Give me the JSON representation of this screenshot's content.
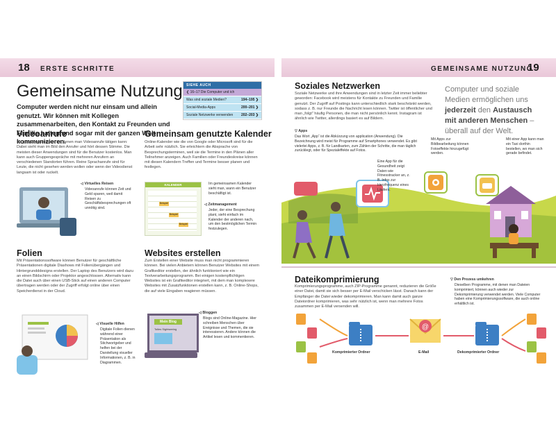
{
  "header": {
    "left_page_number": "18",
    "left_label": "ERSTE SCHRITTE",
    "right_label": "GEMEINSAME NUTZUNG",
    "right_page_number": "19"
  },
  "main": {
    "title": "Gemeinsame Nutzung",
    "intro": "Computer werden nicht nur einsam und allein genutzt. Wir können mit Kollegen zusammenarbeiten, den Kontakt zu Freunden und Familie halten und sogar mit der ganzen Welt kommunizieren."
  },
  "see_also": {
    "title": "SIEHE AUCH",
    "rows": [
      {
        "label": "❮ 16–17 Die Computer und ich",
        "pages": ""
      },
      {
        "label": "Was sind soziale Medien?",
        "pages": "194–195 ❯"
      },
      {
        "label": "Social-Media-Apps",
        "pages": "200–201 ❯"
      },
      {
        "label": "Soziale Netzwerke verwenden",
        "pages": "202–203 ❯"
      }
    ]
  },
  "videoanrufe": {
    "heading": "Videoanrufe",
    "body": "Es gibt Anwendungen, mit denen man Videoanrufe tätigen kann: Dabei sieht man im Bild den Anrufer und hört dessen Stimme. Die meisten dieser Anwendungen sind für die Benutzer kostenlos. Man kann auch Gruppengespräche mit mehreren Anrufern an verschiedenen Standorten führen. Reine Sprachanrufe sind für Leute, die nicht gesehen werden wollen oder wenn der Videodienst langsam ist oder ruckelt.",
    "caption_title": "◁ Virtuelles Reisen",
    "caption_body": "Videoanrufe können Zeit und Geld sparen, weil damit Reisen zu Geschäftsbesprechungen oft unnötig sind."
  },
  "kalender": {
    "heading": "Gemeinsam genutzte Kalender",
    "body": "Online-Kalender wie die von Google oder Microsoft sind für die Arbeit sehr nützlich. Sie erleichtern die Absprache von Besprechungsterminen, weil sie die Termine in den Plänen aller Teilnehmer anzeigen. Auch Familien oder Freundeskreise können mit diesen Kalendern Treffen und Termine besser planen und festlegen.",
    "calendar_title": "KALENDER",
    "event_label": "Beispiel",
    "note": "Im gemeinsamen Kalender sieht man, wann ein Benutzer beschäftigt ist.",
    "caption_title": "◁ Zeitmanagement",
    "caption_body": "Jeder, der eine Besprechung plant, sieht einfach im Kalender der anderen nach, um den bestmöglichen Termin festzulegen."
  },
  "folien": {
    "heading": "Folien",
    "body": "Mit Präsentationssoftware können Benutzer für geschäftliche Präsentationen digitale Diashows mit Folienübergängen und Hintergrundddesigns erstellen. Der Laptop des Benutzers wird dazu an einen Bildschirm oder Projektor angeschlossen. Alternativ kann die Datei auch über einen USB-Stick auf einen anderen Computer übertragen werden oder der Zugriff erfolgt online über einen Speicherdienst in der Cloud.",
    "caption_title": "◁ Visuelle Hilfen",
    "caption_body": "Digitale Folien dienen während einer Präsentation als Stichwortgeber und helfen bei der Darstellung visueller Informationen, z. B. in Diagrammen."
  },
  "websites": {
    "heading": "Websites erstellen",
    "body": "Zum Erstellen einer Website muss man nicht programmieren können. Bei vielen Anbietern können Benutzer Websites mit einem Grafikeditor erstellen, der ähnlich funktioniert wie ein Textverarbeitungsprogramm. Bei einigen kostenpflichtigen Websites ist ein Grafikeditor integriert, mit dem man komplexere Websites mit Zusatzfunktionen erstellen kann, z. B. Online-Shops, die auf viele Eingaben reagieren müssen.",
    "blog_title": "Mein Blog",
    "blog_subtitle": "Tolles Sightseeing",
    "caption_title": "◁ Bloggen",
    "caption_body": "Blogs sind Online-Magazine. Hier schreiben Menschen über Ereignisse und Themen, die sie interessieren. Andere können die Artikel lesen und kommentieren."
  },
  "netzwerke": {
    "heading": "Soziales Netzwerken",
    "body": "Soziale Netzwerke und ihre Anwendungen sind in letzter Zeit immer beliebter geworden: Facebook wird meistens für Kontakte zu Freunden und Familie genutzt. Der Zugriff auf Postings kann unterschiedlich stark beschränkt werden, sodass z. B. nur Freunde die Nachricht lesen können. Twitter ist öffentlicher und man „folgt“ häufig Personen, die man nicht persönlich kennt. Instagram ist ähnlich wie Twitter, allerdings basiert es auf Bildern."
  },
  "quote": {
    "part1": "Computer und soziale Medien ermöglichen uns ",
    "bold1": "jederzeit",
    "part2": " den ",
    "bold2": "Austausch mit anderen Menschen",
    "part3": " – überall auf der Welt."
  },
  "apps": {
    "caption_title": "▽ Apps",
    "caption_body": "Das Wort „App“ ist die Abkürzung von application (Anwendung). Die Bezeichnung wird meist für Programme auf Smartphones verwendet. Es gibt vielerlei Apps, z. B. für Landkarten, zum Zählen der Schritte, die man täglich zurücklegt, oder für Spezialeffekte auf Fotos.",
    "note_health": "Eine App für die Gesundheit zeigt Daten wie Fitnesstracker an, z. B. Infos zur Herzfrequenz eines Läufers.",
    "note_photo": "Mit Apps zur Bildbearbeitung können Fotoeffekte hinzugefügt werden.",
    "note_taxi": "Mit einer App kann man ein Taxi dorthin bestellen, wo man sich gerade befindet."
  },
  "kompression": {
    "heading": "Dateikomprimierung",
    "body": "Komprimierungsprogramme, auch ZIP-Programme genannt, reduzieren die Größe einer Datei, damit sie sich besser per E-Mail verschicken lässt. Danach kann der Empfänger die Datei wieder dekomprimieren. Man kann damit auch ganze Dateiordner komprimieren, was sehr nützlich ist, wenn man mehrere Fotos zusammen per E-Mail versenden will.",
    "caption_title": "▽ Den Prozess umkehren",
    "caption_body": "Dieselben Programme, mit denen man Dateien komprimiert, können auch wieder zur Dekomprimierung verwendet werden. Viele Computer haben eine Komprimierungssoftware, die auch online erhältlich ist.",
    "label_compressed": "Komprimierter Ordner",
    "label_email": "E-Mail",
    "label_decompressed": "Dekomprimierter Ordner"
  },
  "colors": {
    "accent_pink": "#e9c7d8",
    "see_also_blue": "#2f6ea6",
    "see_also_purple": "#c4a9d8",
    "see_also_cyan": "#bfe3f2"
  }
}
